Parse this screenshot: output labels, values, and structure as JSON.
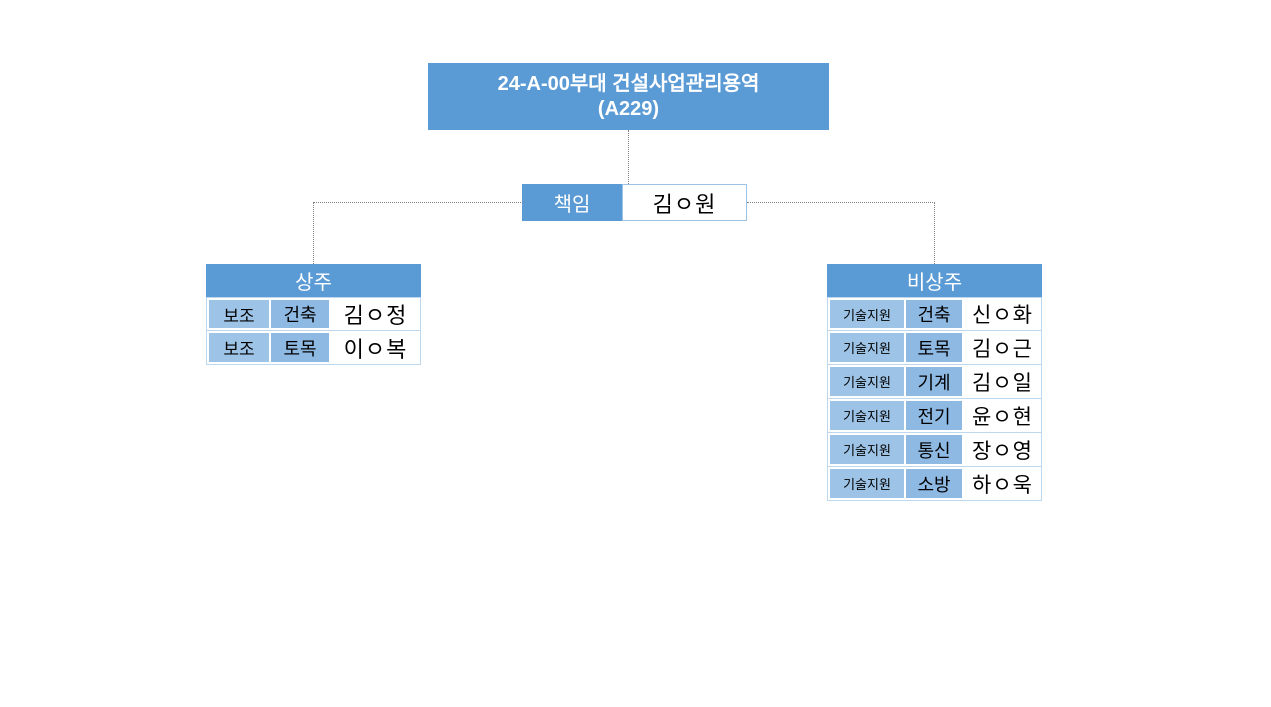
{
  "chart": {
    "title_line1": "24-A-00부대 건설사업관리용역",
    "title_line2": "(A229)",
    "colors": {
      "header_blue": "#5B9BD5",
      "cell_blue_light": "#9DC3E6",
      "cell_blue_mid": "#8EB9E3",
      "border_blue": "#BDD7EE",
      "connector_gray": "#808080",
      "text_white": "#FFFFFF",
      "text_black": "#000000"
    },
    "lead": {
      "role": "책임",
      "name": "김ㅇ원"
    },
    "groups": [
      {
        "key": "resident",
        "header": "상주",
        "rows": [
          {
            "role": "보조",
            "field": "건축",
            "name": "김ㅇ정"
          },
          {
            "role": "보조",
            "field": "토목",
            "name": "이ㅇ복"
          }
        ]
      },
      {
        "key": "nonresident",
        "header": "비상주",
        "rows": [
          {
            "role": "기술지원",
            "field": "건축",
            "name": "신ㅇ화"
          },
          {
            "role": "기술지원",
            "field": "토목",
            "name": "김ㅇ근"
          },
          {
            "role": "기술지원",
            "field": "기계",
            "name": "김ㅇ일"
          },
          {
            "role": "기술지원",
            "field": "전기",
            "name": "윤ㅇ현"
          },
          {
            "role": "기술지원",
            "field": "통신",
            "name": "장ㅇ영"
          },
          {
            "role": "기술지원",
            "field": "소방",
            "name": "하ㅇ욱"
          }
        ]
      }
    ]
  }
}
